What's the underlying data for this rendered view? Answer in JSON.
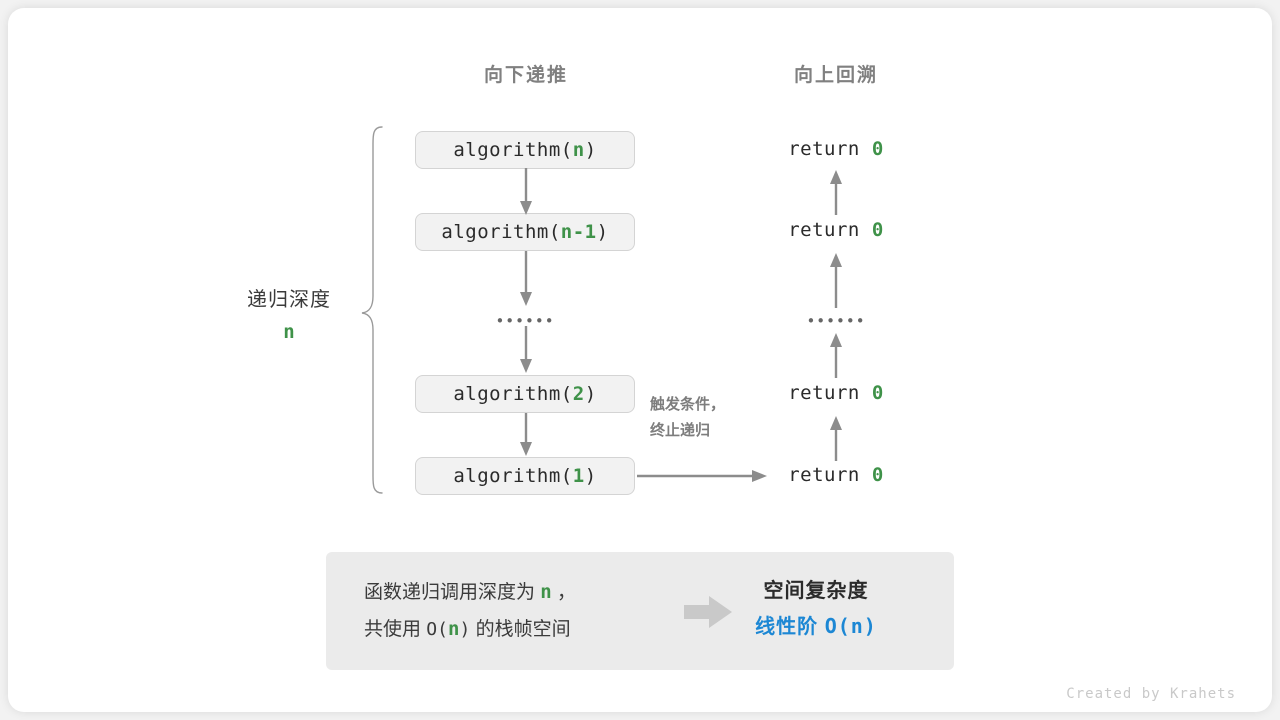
{
  "headings": {
    "down": "向下递推",
    "up": "向上回溯"
  },
  "depth": {
    "label": "递归深度",
    "value": "n"
  },
  "calls": [
    {
      "prefix": "algorithm(",
      "arg": "n",
      "suffix": ")"
    },
    {
      "prefix": "algorithm(",
      "arg": "n-1",
      "suffix": ")"
    },
    {
      "prefix": "algorithm(",
      "arg": "2",
      "suffix": ")"
    },
    {
      "prefix": "algorithm(",
      "arg": "1",
      "suffix": ")"
    }
  ],
  "ellipsis_left": "••••••",
  "ellipsis_right": "••••••",
  "returns": [
    {
      "keyword": "return",
      "value": "0"
    },
    {
      "keyword": "return",
      "value": "0"
    },
    {
      "keyword": "return",
      "value": "0"
    },
    {
      "keyword": "return",
      "value": "0"
    }
  ],
  "note": {
    "line1": "触发条件，",
    "line2": "终止递归"
  },
  "summary": {
    "left_line1_a": "函数递归调用深度为",
    "left_line1_var": "n",
    "left_line1_b": "，",
    "left_line2_a": "共使用",
    "left_line2_big_o_open": "O(",
    "left_line2_var": "n",
    "left_line2_big_o_close": ")",
    "left_line2_b": "的栈帧空间",
    "arrow_icon": "right-arrow-icon",
    "title": "空间复杂度",
    "value_label": "线性阶",
    "value_notation": "O(n)"
  },
  "credit": "Created by Krahets",
  "colors": {
    "green": "#3f9249",
    "blue": "#1c87d4",
    "gray_text": "#808080",
    "box_fill": "#f2f2f2",
    "box_border": "#d4d4d4",
    "panel_fill": "#ebebeb",
    "arrow": "#8c8c8c"
  }
}
